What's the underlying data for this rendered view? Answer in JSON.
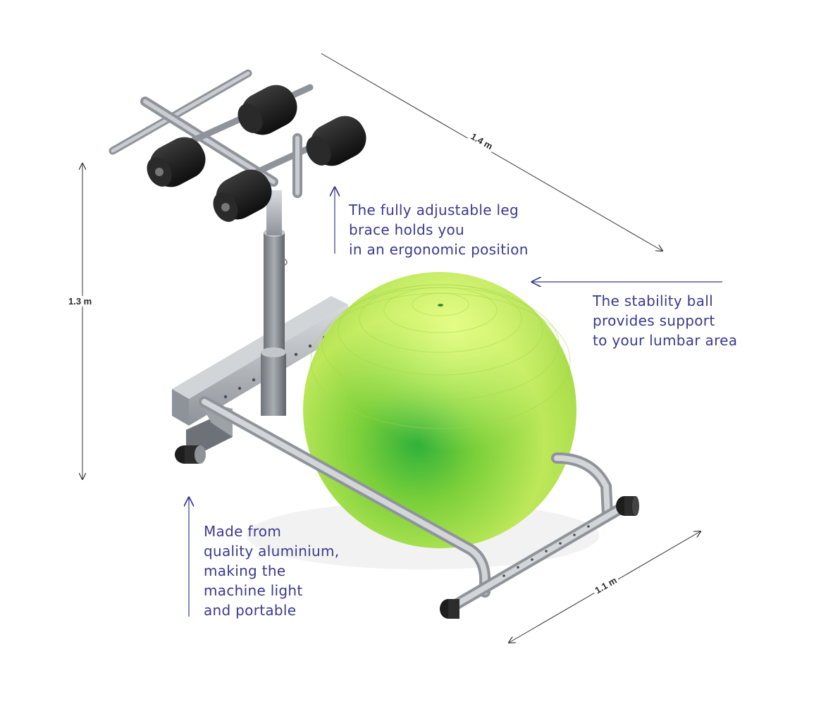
{
  "dimensions": {
    "length": "1.4 m",
    "height": "1.3 m",
    "width": "1.1 m"
  },
  "callouts": {
    "leg_brace": [
      "The fully adjustable leg",
      "brace holds you",
      "in an ergonomic position"
    ],
    "stability_ball": [
      "The stability ball",
      "provides support",
      "to your lumbar area"
    ],
    "material": [
      "Made from",
      "quality aluminium,",
      "making the",
      "machine light",
      "and portable"
    ]
  },
  "colors": {
    "callout_text": "#3a3a8c",
    "callout_arrow": "#3a3a8c",
    "dimension_line": "#333333",
    "frame": "#b8bcc0",
    "frame_dark": "#7d8288",
    "pad": "#1e1e1e",
    "ball_light": "#d2f56a",
    "ball_mid": "#9fd83c",
    "ball_dark": "#3db33c"
  }
}
